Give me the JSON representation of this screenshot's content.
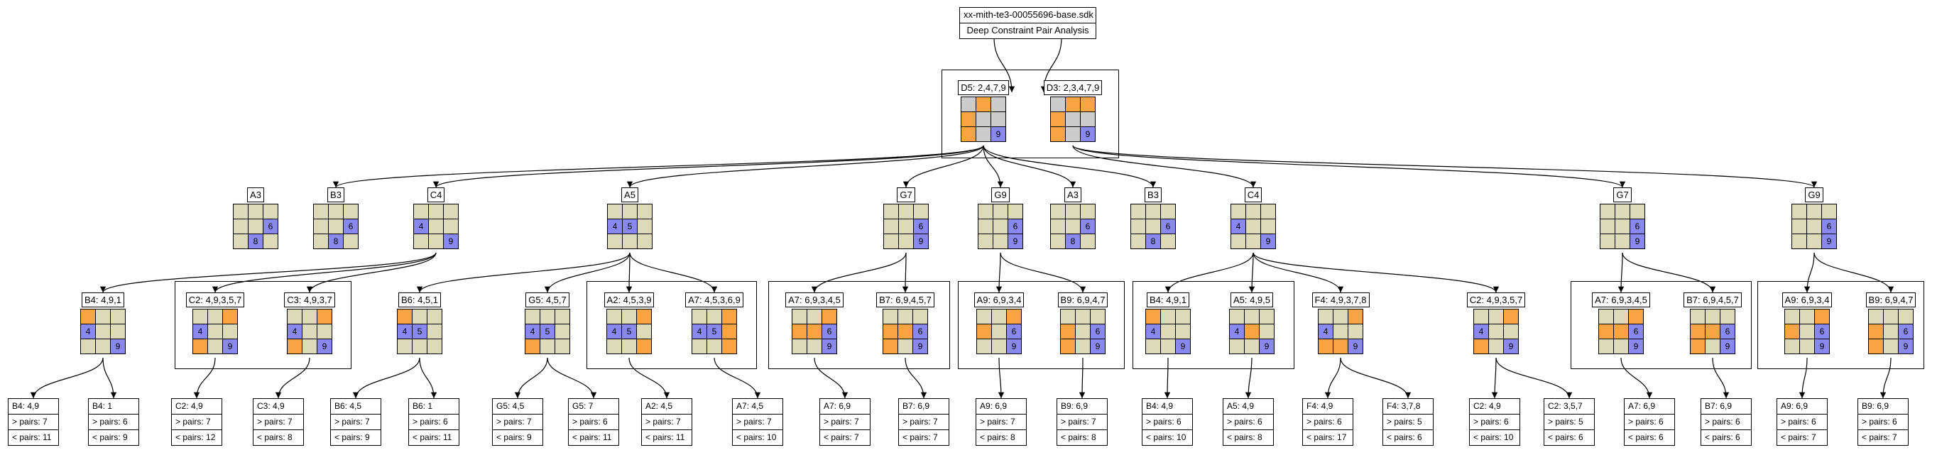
{
  "title": {
    "file": "xx-mith-te3-00055696-base.sdk",
    "subtitle": "Deep Constraint Pair Analysis"
  },
  "colors": {
    "beige": "#dcdab8",
    "orange": "#f8a444",
    "blue": "#8888ee",
    "gray": "#cccccc"
  },
  "roots": [
    {
      "label": "D5: 2,4,7,9",
      "cells": [
        "g",
        "o",
        "g",
        "o",
        "g",
        "g",
        "o",
        "g",
        "u"
      ],
      "marks": [
        "",
        "",
        "",
        "",
        "",
        "",
        "",
        "",
        "9"
      ]
    },
    {
      "label": "D3: 2,3,4,7,9",
      "cells": [
        "g",
        "o",
        "o",
        "o",
        "g",
        "g",
        "o",
        "g",
        "u"
      ],
      "marks": [
        "",
        "",
        "",
        "",
        "",
        "",
        "",
        "",
        "9"
      ]
    }
  ],
  "level1": [
    {
      "label": "A3",
      "cells": [
        "b",
        "b",
        "b",
        "b",
        "b",
        "u",
        "b",
        "u",
        "b"
      ],
      "marks": [
        "",
        "",
        "",
        "",
        "",
        "6",
        "",
        "8",
        ""
      ]
    },
    {
      "label": "B3",
      "cells": [
        "b",
        "b",
        "b",
        "b",
        "b",
        "u",
        "b",
        "u",
        "b"
      ],
      "marks": [
        "",
        "",
        "",
        "",
        "",
        "6",
        "",
        "8",
        ""
      ]
    },
    {
      "label": "C4",
      "cells": [
        "b",
        "b",
        "b",
        "u",
        "b",
        "b",
        "b",
        "b",
        "u"
      ],
      "marks": [
        "",
        "",
        "",
        "4",
        "",
        "",
        "",
        "",
        "9"
      ]
    },
    {
      "label": "A5",
      "cells": [
        "b",
        "b",
        "b",
        "u",
        "u",
        "b",
        "b",
        "b",
        "b"
      ],
      "marks": [
        "",
        "",
        "",
        "4",
        "5",
        "",
        "",
        "",
        ""
      ]
    },
    {
      "label": "G7",
      "cells": [
        "b",
        "b",
        "b",
        "b",
        "b",
        "u",
        "b",
        "b",
        "u"
      ],
      "marks": [
        "",
        "",
        "",
        "",
        "",
        "6",
        "",
        "",
        "9"
      ]
    },
    {
      "label": "G9",
      "cells": [
        "b",
        "b",
        "b",
        "b",
        "b",
        "u",
        "b",
        "b",
        "u"
      ],
      "marks": [
        "",
        "",
        "",
        "",
        "",
        "6",
        "",
        "",
        "9"
      ]
    },
    {
      "label": "A3",
      "cells": [
        "b",
        "b",
        "b",
        "b",
        "b",
        "u",
        "b",
        "u",
        "b"
      ],
      "marks": [
        "",
        "",
        "",
        "",
        "",
        "6",
        "",
        "8",
        ""
      ]
    },
    {
      "label": "B3",
      "cells": [
        "b",
        "b",
        "b",
        "b",
        "b",
        "u",
        "b",
        "u",
        "b"
      ],
      "marks": [
        "",
        "",
        "",
        "",
        "",
        "6",
        "",
        "8",
        ""
      ]
    },
    {
      "label": "C4",
      "cells": [
        "b",
        "b",
        "b",
        "u",
        "b",
        "b",
        "b",
        "b",
        "u"
      ],
      "marks": [
        "",
        "",
        "",
        "4",
        "",
        "",
        "",
        "",
        "9"
      ]
    },
    {
      "label": "G7",
      "cells": [
        "b",
        "b",
        "b",
        "b",
        "b",
        "u",
        "b",
        "b",
        "u"
      ],
      "marks": [
        "",
        "",
        "",
        "",
        "",
        "6",
        "",
        "",
        "9"
      ]
    },
    {
      "label": "G9",
      "cells": [
        "b",
        "b",
        "b",
        "b",
        "b",
        "u",
        "b",
        "b",
        "u"
      ],
      "marks": [
        "",
        "",
        "",
        "",
        "",
        "6",
        "",
        "",
        "9"
      ]
    }
  ],
  "level2": [
    {
      "label": "B4: 4,9,1",
      "cells": [
        "o",
        "b",
        "b",
        "u",
        "b",
        "b",
        "b",
        "b",
        "u"
      ],
      "marks": [
        "",
        "",
        "",
        "4",
        "",
        "",
        "",
        "",
        "9"
      ]
    },
    {
      "label": "C2: 4,9,3,5,7",
      "cells": [
        "b",
        "b",
        "o",
        "u",
        "b",
        "b",
        "o",
        "b",
        "u"
      ],
      "marks": [
        "",
        "",
        "",
        "4",
        "",
        "",
        "",
        "",
        "9"
      ]
    },
    {
      "label": "C3: 4,9,3,7",
      "cells": [
        "b",
        "b",
        "o",
        "u",
        "b",
        "b",
        "o",
        "b",
        "u"
      ],
      "marks": [
        "",
        "",
        "",
        "4",
        "",
        "",
        "",
        "",
        "9"
      ]
    },
    {
      "label": "B6: 4,5,1",
      "cells": [
        "o",
        "b",
        "b",
        "u",
        "u",
        "b",
        "b",
        "b",
        "b"
      ],
      "marks": [
        "",
        "",
        "",
        "4",
        "5",
        "",
        "",
        "",
        ""
      ]
    },
    {
      "label": "G5: 4,5,7",
      "cells": [
        "b",
        "b",
        "b",
        "u",
        "u",
        "b",
        "o",
        "b",
        "b"
      ],
      "marks": [
        "",
        "",
        "",
        "4",
        "5",
        "",
        "",
        "",
        ""
      ]
    },
    {
      "label": "A2: 4,5,3,9",
      "cells": [
        "b",
        "b",
        "o",
        "u",
        "u",
        "b",
        "b",
        "b",
        "o"
      ],
      "marks": [
        "",
        "",
        "",
        "4",
        "5",
        "",
        "",
        "",
        ""
      ]
    },
    {
      "label": "A7: 4,5,3,6,9",
      "cells": [
        "b",
        "b",
        "o",
        "u",
        "u",
        "o",
        "b",
        "b",
        "o"
      ],
      "marks": [
        "",
        "",
        "",
        "4",
        "5",
        "",
        "",
        "",
        ""
      ]
    },
    {
      "label": "A7: 6,9,3,4,5",
      "cells": [
        "b",
        "b",
        "o",
        "o",
        "o",
        "u",
        "b",
        "b",
        "u"
      ],
      "marks": [
        "",
        "",
        "",
        "",
        "",
        "6",
        "",
        "",
        "9"
      ]
    },
    {
      "label": "B7: 6,9,4,5,7",
      "cells": [
        "b",
        "b",
        "b",
        "o",
        "o",
        "u",
        "o",
        "b",
        "u"
      ],
      "marks": [
        "",
        "",
        "",
        "",
        "",
        "6",
        "",
        "",
        "9"
      ]
    },
    {
      "label": "A9: 6,9,3,4",
      "cells": [
        "b",
        "b",
        "o",
        "o",
        "b",
        "u",
        "b",
        "b",
        "u"
      ],
      "marks": [
        "",
        "",
        "",
        "",
        "",
        "6",
        "",
        "",
        "9"
      ]
    },
    {
      "label": "B9: 6,9,4,7",
      "cells": [
        "b",
        "b",
        "b",
        "o",
        "b",
        "u",
        "o",
        "b",
        "u"
      ],
      "marks": [
        "",
        "",
        "",
        "",
        "",
        "6",
        "",
        "",
        "9"
      ]
    },
    {
      "label": "B4: 4,9,1",
      "cells": [
        "o",
        "b",
        "b",
        "u",
        "b",
        "b",
        "b",
        "b",
        "u"
      ],
      "marks": [
        "",
        "",
        "",
        "4",
        "",
        "",
        "",
        "",
        "9"
      ]
    },
    {
      "label": "A5: 4,9,5",
      "cells": [
        "b",
        "b",
        "b",
        "u",
        "o",
        "b",
        "b",
        "b",
        "u"
      ],
      "marks": [
        "",
        "",
        "",
        "4",
        "",
        "",
        "",
        "",
        "9"
      ]
    },
    {
      "label": "F4: 4,9,3,7,8",
      "cells": [
        "b",
        "b",
        "o",
        "u",
        "b",
        "b",
        "o",
        "o",
        "u"
      ],
      "marks": [
        "",
        "",
        "",
        "4",
        "",
        "",
        "",
        "",
        "9"
      ]
    },
    {
      "label": "C2: 4,9,3,5,7",
      "cells": [
        "b",
        "b",
        "o",
        "u",
        "b",
        "b",
        "o",
        "b",
        "u"
      ],
      "marks": [
        "",
        "",
        "",
        "4",
        "",
        "",
        "",
        "",
        "9"
      ]
    },
    {
      "label": "A7: 6,9,3,4,5",
      "cells": [
        "b",
        "b",
        "o",
        "o",
        "o",
        "u",
        "b",
        "b",
        "u"
      ],
      "marks": [
        "",
        "",
        "",
        "",
        "",
        "6",
        "",
        "",
        "9"
      ]
    },
    {
      "label": "B7: 6,9,4,5,7",
      "cells": [
        "b",
        "b",
        "b",
        "o",
        "o",
        "u",
        "o",
        "b",
        "u"
      ],
      "marks": [
        "",
        "",
        "",
        "",
        "",
        "6",
        "",
        "",
        "9"
      ]
    },
    {
      "label": "A9: 6,9,3,4",
      "cells": [
        "b",
        "b",
        "o",
        "o",
        "b",
        "u",
        "b",
        "b",
        "u"
      ],
      "marks": [
        "",
        "",
        "",
        "",
        "",
        "6",
        "",
        "",
        "9"
      ]
    },
    {
      "label": "B9: 6,9,4,7",
      "cells": [
        "b",
        "b",
        "b",
        "o",
        "b",
        "u",
        "o",
        "b",
        "u"
      ],
      "marks": [
        "",
        "",
        "",
        "",
        "",
        "6",
        "",
        "",
        "9"
      ]
    }
  ],
  "leaves": [
    {
      "label": "B4: 4,9",
      "gt": "> pairs: 7",
      "lt": "< pairs: 11"
    },
    {
      "label": "B4: 1",
      "gt": "> pairs: 6",
      "lt": "< pairs: 9"
    },
    {
      "label": "C2: 4,9",
      "gt": "> pairs: 7",
      "lt": "< pairs: 12"
    },
    {
      "label": "C3: 4,9",
      "gt": "> pairs: 7",
      "lt": "< pairs: 8"
    },
    {
      "label": "B6: 4,5",
      "gt": "> pairs: 7",
      "lt": "< pairs: 9"
    },
    {
      "label": "B6: 1",
      "gt": "> pairs: 6",
      "lt": "< pairs: 11"
    },
    {
      "label": "G5: 4,5",
      "gt": "> pairs: 7",
      "lt": "< pairs: 9"
    },
    {
      "label": "G5: 7",
      "gt": "> pairs: 6",
      "lt": "< pairs: 11"
    },
    {
      "label": "A2: 4,5",
      "gt": "> pairs: 7",
      "lt": "< pairs: 11"
    },
    {
      "label": "A7: 4,5",
      "gt": "> pairs: 7",
      "lt": "< pairs: 10"
    },
    {
      "label": "A7: 6,9",
      "gt": "> pairs: 7",
      "lt": "< pairs: 7"
    },
    {
      "label": "B7: 6,9",
      "gt": "> pairs: 7",
      "lt": "< pairs: 7"
    },
    {
      "label": "A9: 6,9",
      "gt": "> pairs: 7",
      "lt": "< pairs: 8"
    },
    {
      "label": "B9: 6,9",
      "gt": "> pairs: 7",
      "lt": "< pairs: 8"
    },
    {
      "label": "B4: 4,9",
      "gt": "> pairs: 6",
      "lt": "< pairs: 10"
    },
    {
      "label": "A5: 4,9",
      "gt": "> pairs: 6",
      "lt": "< pairs: 8"
    },
    {
      "label": "F4: 4,9",
      "gt": "> pairs: 6",
      "lt": "< pairs: 17"
    },
    {
      "label": "F4: 3,7,8",
      "gt": "> pairs: 5",
      "lt": "< pairs: 6"
    },
    {
      "label": "C2: 4,9",
      "gt": "> pairs: 6",
      "lt": "< pairs: 10"
    },
    {
      "label": "C2: 3,5,7",
      "gt": "> pairs: 5",
      "lt": "< pairs: 6"
    },
    {
      "label": "A7: 6,9",
      "gt": "> pairs: 6",
      "lt": "< pairs: 6"
    },
    {
      "label": "B7: 6,9",
      "gt": "> pairs: 6",
      "lt": "< pairs: 6"
    },
    {
      "label": "A9: 6,9",
      "gt": "> pairs: 6",
      "lt": "< pairs: 7"
    },
    {
      "label": "B9: 6,9",
      "gt": "> pairs: 6",
      "lt": "< pairs: 7"
    }
  ]
}
